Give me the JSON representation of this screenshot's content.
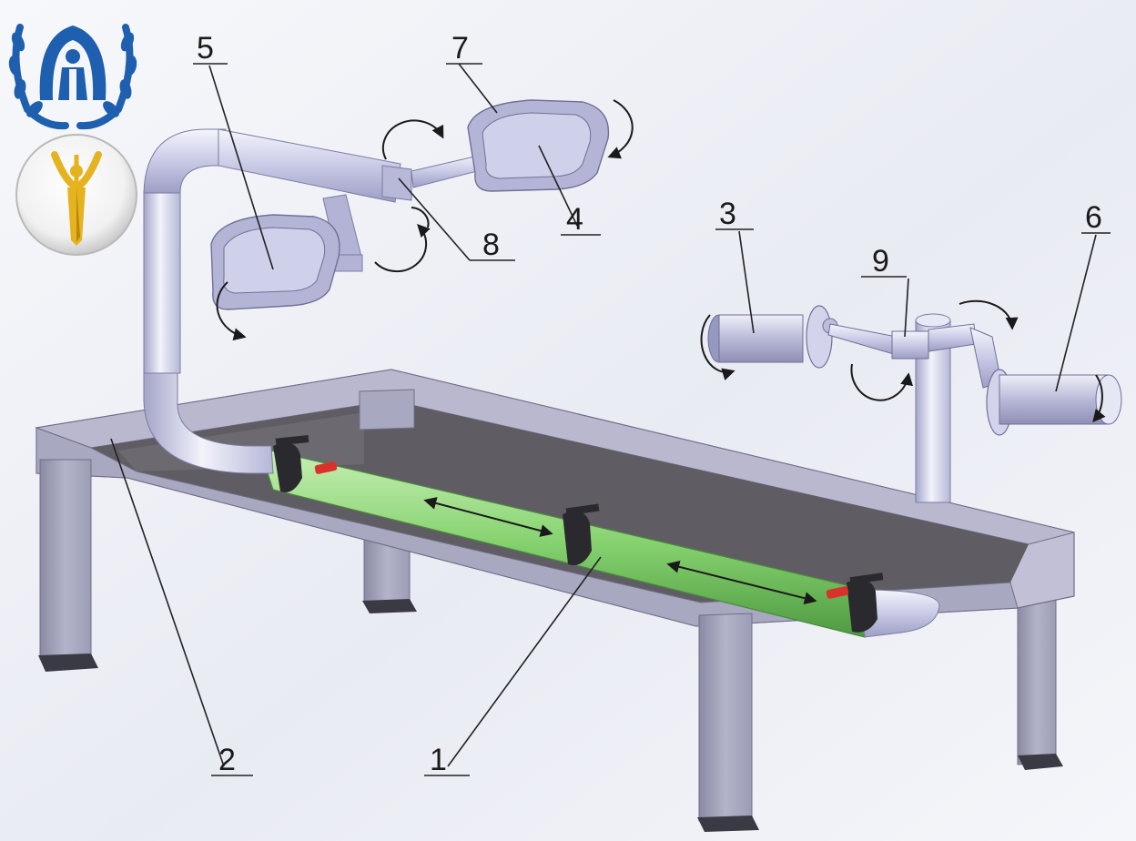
{
  "colors": {
    "background_light": "#f4f5f9",
    "background_shade": "#dfe2ee",
    "frame": "#b4b3cb",
    "frame_dark": "#8c8ba6",
    "table_top_inner": "#605e63",
    "tube": "#cfd0ea",
    "tube_highlight": "#f2f3fb",
    "slider": "#8fd67e",
    "slider_dark": "#5fa951",
    "clamp": "#2b2b2e",
    "red_marker": "#d8322b",
    "logo_blue": "#1f5fb0",
    "logo_gold": "#e6b320"
  },
  "logos": [
    {
      "name": "unhcr-emblem-logo"
    },
    {
      "name": "yellow-figure-circle-logo"
    }
  ],
  "callouts": [
    {
      "id": "1",
      "label": "1"
    },
    {
      "id": "2",
      "label": "2"
    },
    {
      "id": "3",
      "label": "3"
    },
    {
      "id": "4",
      "label": "4"
    },
    {
      "id": "5",
      "label": "5"
    },
    {
      "id": "6",
      "label": "6"
    },
    {
      "id": "7",
      "label": "7"
    },
    {
      "id": "8",
      "label": "8"
    },
    {
      "id": "9",
      "label": "9"
    }
  ]
}
